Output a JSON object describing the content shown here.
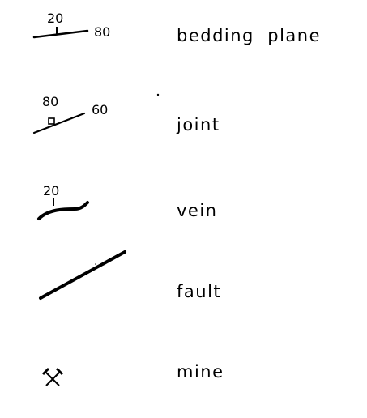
{
  "legend": {
    "items": [
      {
        "symbol": "bedding-plane-symbol",
        "label": "bedding  plane",
        "dip": "20",
        "strike": "80"
      },
      {
        "symbol": "joint-symbol",
        "label": "joint",
        "dip": "80",
        "strike": "60"
      },
      {
        "symbol": "vein-symbol",
        "label": "vein",
        "dip": "20"
      },
      {
        "symbol": "fault-symbol",
        "label": "fault"
      },
      {
        "symbol": "mine-symbol",
        "label": "mine"
      }
    ]
  }
}
